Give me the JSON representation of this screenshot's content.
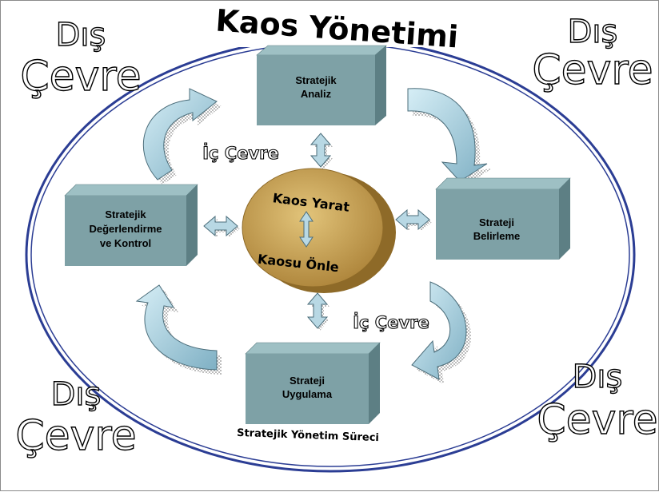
{
  "title": "Kaos Yönetimi",
  "subtitle": "Stratejik Yönetim Süreci",
  "outer_environment": {
    "line1": "Dış",
    "line2": "Çevre"
  },
  "inner_environment": "İç Çevre",
  "boxes": {
    "analysis": [
      "Stratejik",
      "Analiz"
    ],
    "determination": [
      "Strateji",
      "Belirleme"
    ],
    "implementation": [
      "Strateji",
      "Uygulama"
    ],
    "evaluation": [
      "Stratejik",
      "Değerlendirme",
      "ve Kontrol"
    ]
  },
  "core": {
    "top": "Kaos Yarat",
    "bottom": "Kaosu Önle"
  },
  "colors": {
    "box_face": "#7ea1a6",
    "box_top": "#9ec0c4",
    "box_side": "#5d7f84",
    "ellipse": "#2b3d94",
    "core": "#c09848",
    "arrow_fill": "#b8d8e4"
  }
}
